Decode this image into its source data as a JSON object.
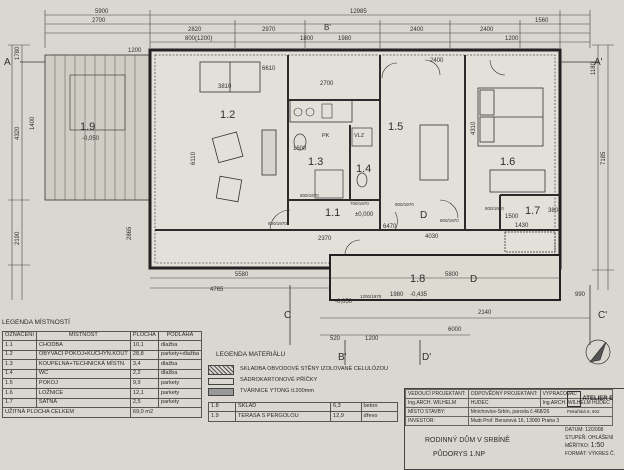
{
  "dims_top": [
    "5900",
    "12985",
    "2700",
    "2820",
    "2970",
    "2400",
    "2400",
    "1560",
    "800(1200)",
    "1800",
    "1980",
    "6610",
    "2700",
    "3810",
    "1200",
    "1200"
  ],
  "dims_left": [
    "1780",
    "4320",
    "2190",
    "1400"
  ],
  "dims_right": [
    "7185",
    "4310",
    "1180"
  ],
  "dims_inner": [
    "6110",
    "1600",
    "6470",
    "4030",
    "2370",
    "1500",
    "1430",
    "2400",
    "380"
  ],
  "dims_bottom": [
    "5580",
    "5800",
    "4765",
    "6000",
    "520",
    "1200",
    "1980",
    "2140",
    "990",
    "2865"
  ],
  "room_labels": [
    "1.9",
    "1.2",
    "1.3",
    "1.4",
    "1.5",
    "1.6",
    "1.7",
    "1.1",
    "1.8"
  ],
  "level_marks": [
    "-0,050",
    "±0,000",
    "-0,050",
    "-0,435",
    "PK",
    "VLZ"
  ],
  "door_marks": [
    "800/1970",
    "800/1970",
    "900/1970",
    "800/1970",
    "700/1970",
    "800/1970",
    "1200/1970"
  ],
  "letters": [
    "D",
    "D",
    "A",
    "A'",
    "C",
    "C'",
    "B'",
    "D'",
    "B'"
  ],
  "rooms_table": {
    "title": "LEGENDA MÍSTNOSTÍ",
    "headers": [
      "OZNAČENÍ",
      "MÍSTNOST",
      "PLOCHA",
      "PODLAHA"
    ],
    "rows": [
      [
        "1.1",
        "CHODBA",
        "10,1",
        "dlažba"
      ],
      [
        "1.2",
        "OBÝVACÍ POKOJ+KUCHYŇ.KOUT",
        "28,8",
        "parkety+dlažba"
      ],
      [
        "1.3",
        "KOUPELNA+TECHNICKÁ MÍSTN.",
        "3,4",
        "dlažba"
      ],
      [
        "1.4",
        "WC",
        "2,2",
        "dlažba"
      ],
      [
        "1.5",
        "POKOJ",
        "9,9",
        "parkety"
      ],
      [
        "1.6",
        "LOŽNICE",
        "12,1",
        "parkety"
      ],
      [
        "1.7",
        "ŠATNA",
        "2,5",
        "parkety"
      ]
    ],
    "total_label": "UŽITNÁ PLOCHA CELKEM",
    "total_value": "69,0 m2"
  },
  "material_legend": {
    "title": "LEGENDA MATERIÁLU",
    "items": [
      "SKLADBA OBVODOVÉ STĚNY IZOLOVANÉ CELULÓZOU",
      "SÁDROKARTONOVÉ PŘÍČKY",
      "TVÁRNICE YTONG tl.200mm"
    ],
    "extra_rows": [
      [
        "1.8",
        "SKLAD",
        "6,3",
        "beton"
      ],
      [
        "1.9",
        "TERASA S PERGOLOU",
        "12,9",
        "dřevo"
      ]
    ]
  },
  "title_block": {
    "rows": [
      [
        "VEDOUCÍ PROJEKTANT:",
        "ODPOVĚDNÝ PROJEKTANT:",
        "VYPRACOVAL:"
      ],
      [
        "Ing.ARCH. WILHELM",
        "HUDEC",
        "Ing.ARCH. WILHELM HUDEC"
      ],
      [
        "MÍSTO STAVBY:",
        "Mníchovice-Srbín, parcela č.468/26",
        ""
      ],
      [
        "INVESTOR:",
        "Mudr.Prof. Beranová 16, 13000 Praha 3",
        ""
      ]
    ],
    "project": "RODINNÝ DŮM V SRBÍNĚ",
    "drawing": "PŮDORYS 1.NP",
    "studio": "ATELIER E",
    "studio_small": "Pekařská 6, 602",
    "date_label": "DATUM:",
    "date_value": "12/2008",
    "stage_label": "STUPEŇ:",
    "stage_value": "OHLÁŠENÍ",
    "scale_label": "MĚŘÍTKO:",
    "scale_value": "1:50",
    "format_label": "FORMÁT:",
    "format_value": "VÝKRES Č."
  }
}
